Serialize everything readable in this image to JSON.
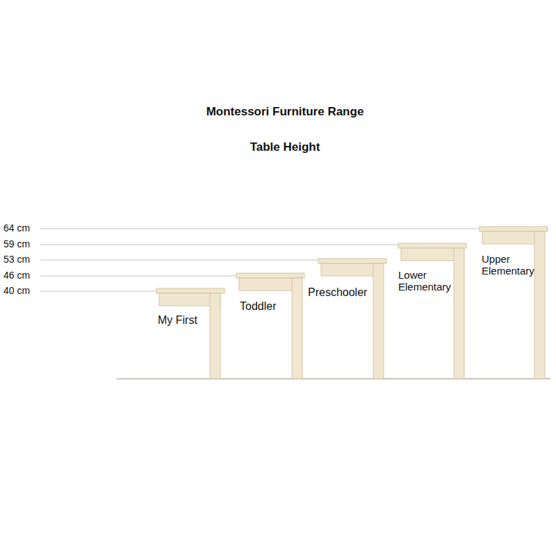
{
  "diagram": {
    "title": "Montessori Furniture Range",
    "labels": [
      "Table Height",
      "64 cm",
      "59 cm",
      "53 cm",
      "46 cm",
      "40 cm",
      "My First",
      "Toddler",
      "Preschooler",
      "Lower Elementary",
      "Upper Elementary"
    ]
  }
}
